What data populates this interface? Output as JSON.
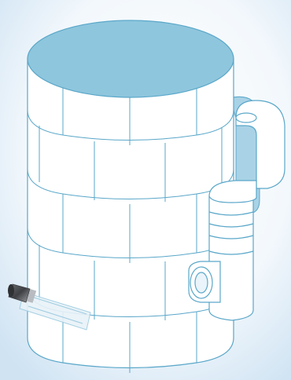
{
  "scene": {
    "subject": "tank-illustration",
    "colors": {
      "background_center": "#ffffff",
      "background_edge": "#cfe3f3",
      "lid_fill": "#8ec6dd",
      "wall_fill": "#ffffff",
      "outline": "#5aa7c9",
      "pipe_shadow": "#a9d2e6",
      "nozzle_dark": "#4d4f52",
      "nozzle_light": "#c9ccd0"
    },
    "icons": [
      "cylinder-tank",
      "pipe-elbow",
      "inlet-nozzle"
    ]
  }
}
